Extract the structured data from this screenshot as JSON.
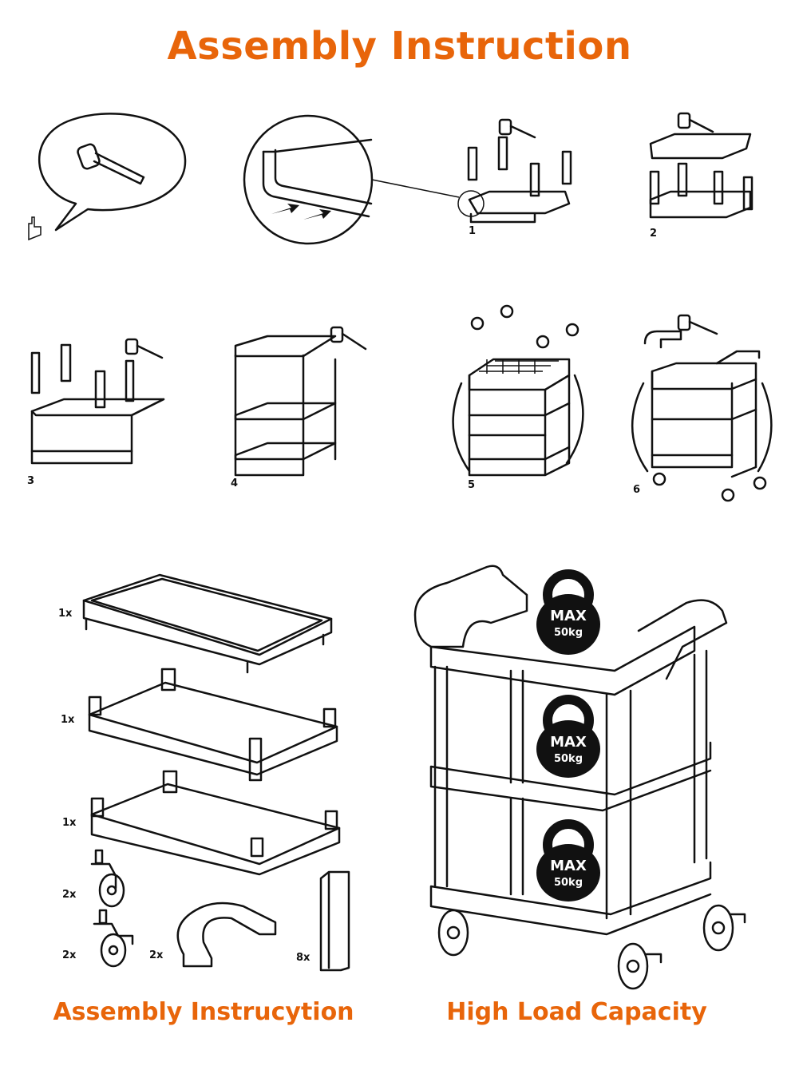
{
  "header": {
    "title": "Assembly Instruction"
  },
  "steps": {
    "s1": "1",
    "s2": "2",
    "s3": "3",
    "s4": "4",
    "s5": "5",
    "s6": "6"
  },
  "parts": {
    "top_shelf_qty": "1x",
    "middle_shelf_qty": "1x",
    "bottom_shelf_qty": "1x",
    "caster_qty": "2x",
    "brake_caster_qty": "2x",
    "handle_qty": "2x",
    "post_qty": "8x"
  },
  "load": {
    "max_label": "MAX",
    "weight_label": "50kg"
  },
  "captions": {
    "left": "Assembly Instrucytion",
    "right": "High Load Capacity"
  },
  "colors": {
    "accent": "#E8650A",
    "line": "#111111"
  }
}
